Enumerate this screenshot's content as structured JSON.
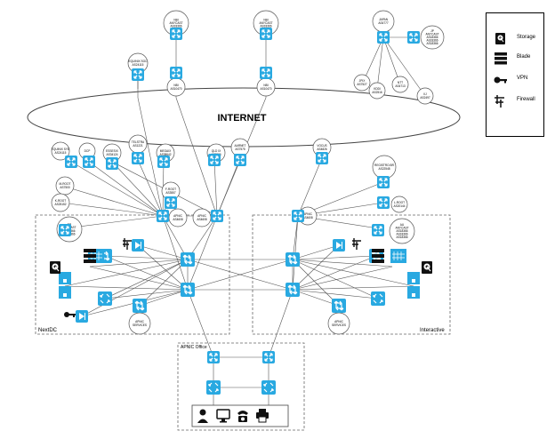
{
  "diagram": {
    "cloud_label": "INTERNET",
    "regions": {
      "nextdc": "NextDC",
      "interactive": "Interactive",
      "office": "APNIC Office"
    },
    "peers": {
      "nbi_anycast": [
        "NBI",
        "ANYCAST",
        "AS18366"
      ],
      "nbi": [
        "NBI",
        "ANYCAST",
        "AS18366"
      ],
      "japan": [
        "JAPAN",
        "AS4777"
      ],
      "jp_anycast": [
        "JP",
        "ANYCAST",
        "AS18366",
        "AS18366",
        "AS18366"
      ],
      "equinix_sgc": [
        "EQUINIX SGC",
        "AS24115"
      ],
      "nbi_as": [
        "NBI",
        "AS10470"
      ],
      "nbi_as2": [
        "NBI",
        "AS10470"
      ],
      "jpix": [
        "JPIX",
        "AS7527"
      ],
      "kddi": [
        "KDDI",
        "AS2516"
      ],
      "ntt": [
        "NTT",
        "AS4713"
      ],
      "iij": [
        "IIJ",
        "AS2497"
      ],
      "equinix_syd": [
        "EQUINIX SYD",
        "AS24115"
      ],
      "dcp": [
        "DCP"
      ],
      "essesix": [
        "ESSESIX",
        "AS34124"
      ],
      "telstra": [
        "TELSTRA",
        "AS1221"
      ],
      "megaix": [
        "MEGAIX",
        "AS38642"
      ],
      "qld_ix": [
        "QLD IX",
        "AS7606"
      ],
      "aarnet": [
        "AARNET",
        "AS7575"
      ],
      "vocus": [
        "VOCUS",
        "AS4826"
      ],
      "m_root": [
        "M-ROOT",
        "AS7500"
      ],
      "k_root": [
        "K-ROOT",
        "AS25152"
      ],
      "f_root": [
        "F-ROOT",
        "AS3557"
      ],
      "registro_br": [
        "REGISTRO.BR",
        "AS22548"
      ],
      "l_root": [
        "L-ROOT",
        "AS20144"
      ],
      "au_anycast_left": [
        "AU",
        "ANYCAST",
        "AS18366",
        "AS18366"
      ],
      "au_anycast_right": [
        "AU",
        "ANYCAST",
        "AS18366",
        "AS18366",
        "AS18366"
      ],
      "apnic_1": [
        "APNIC",
        "AS4608"
      ],
      "apnic_2": [
        "APNIC",
        "AS4608"
      ],
      "apnic_3": [
        "APNIC",
        "AS4608"
      ],
      "apnic_services_left": [
        "APNIC",
        "SERVICES"
      ],
      "apnic_services_right": [
        "APNIC",
        "SERVICES"
      ]
    }
  },
  "legend": {
    "storage": "Storage",
    "blade": "Blade",
    "vpn": "VPN",
    "firewall": "Firewall"
  },
  "colors": {
    "device_blue": "#29a9e1",
    "line": "#555555",
    "dashed_border": "#666666"
  }
}
